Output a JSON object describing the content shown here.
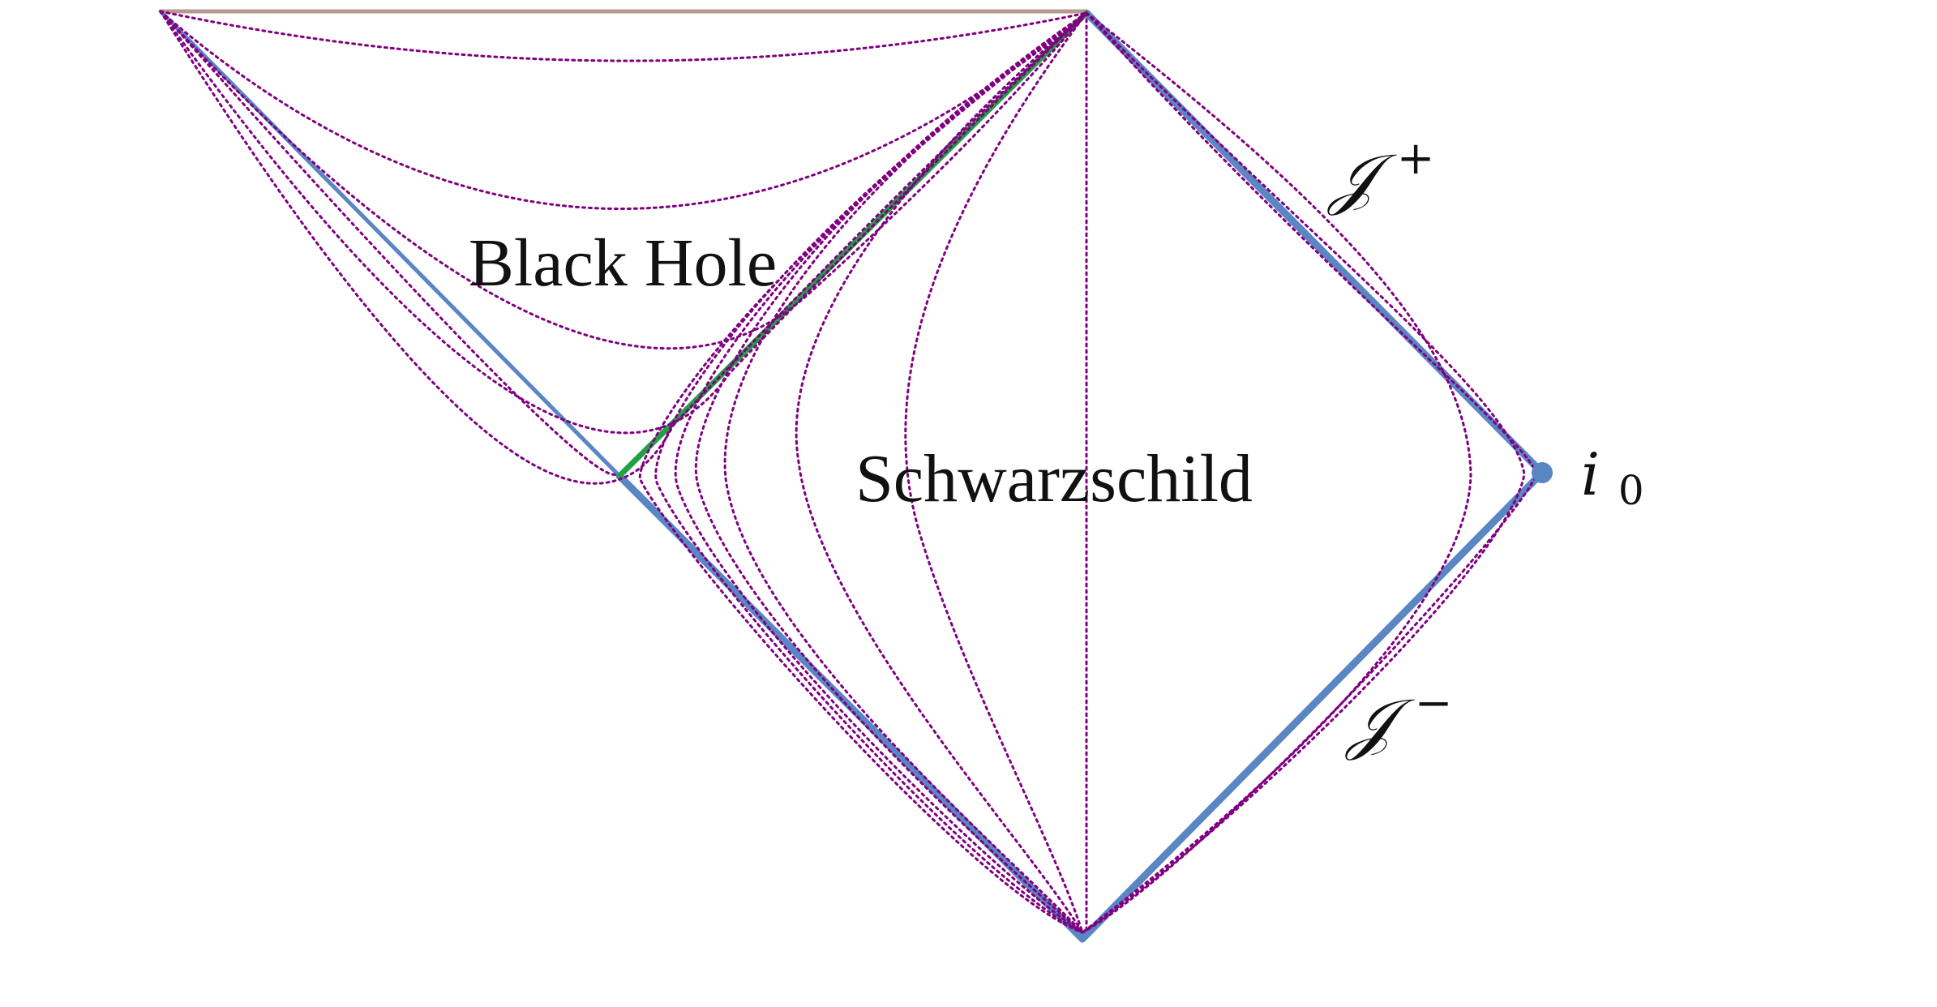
{
  "diagram": {
    "regions": {
      "black_hole_label": "Black Hole",
      "schwarzschild_label": "Schwarzschild"
    },
    "boundaries": {
      "future_null_infinity": {
        "symbol": "𝒥",
        "superscript": "+"
      },
      "past_null_infinity": {
        "symbol": "𝒥",
        "superscript": "−"
      },
      "spatial_infinity": {
        "symbol": "i",
        "subscript": "0"
      }
    },
    "colors": {
      "boundary": "#5a86c4",
      "horizon": "#22a046",
      "contours": "#800080",
      "singularity": "#b59a90",
      "text": "#111111"
    }
  }
}
